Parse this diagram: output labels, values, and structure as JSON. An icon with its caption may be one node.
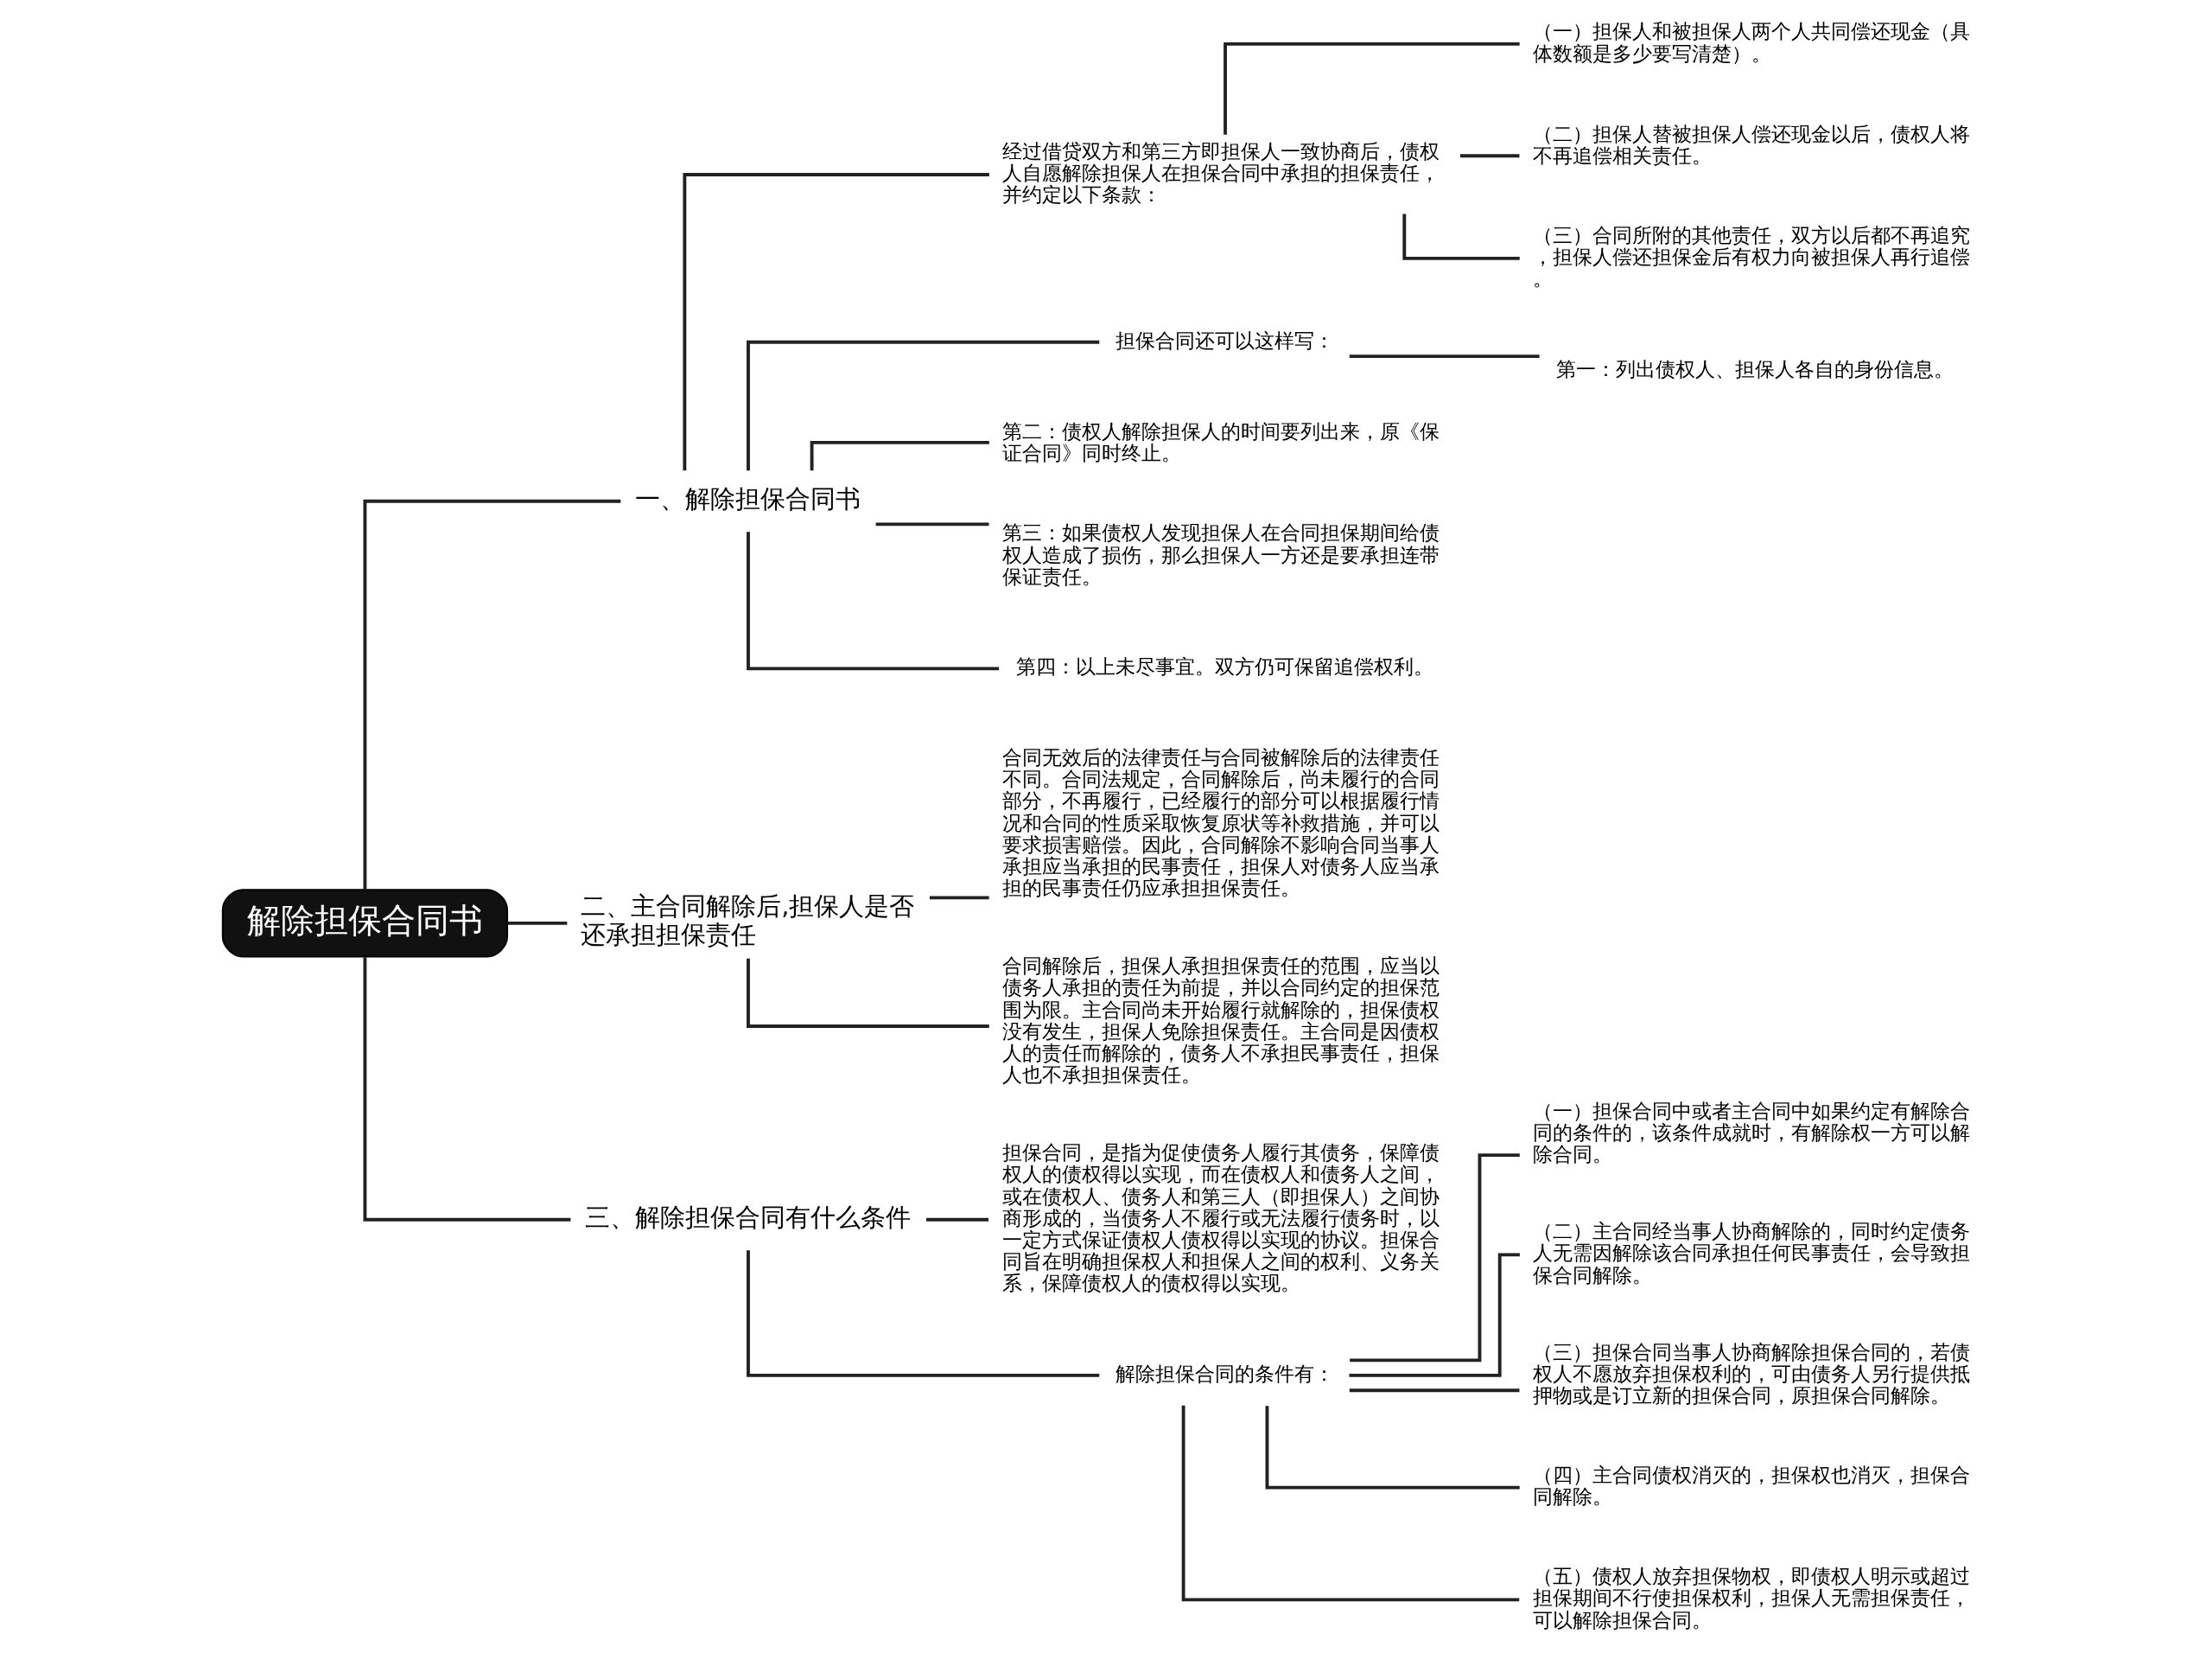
{
  "diagram": {
    "nodes": [
      {
        "text": [
          "解除担保合同书"
        ]
      },
      {
        "text": [
          "一、解除担保合同书"
        ]
      },
      {
        "text": [
          "经过借贷双方和第三方即担保人一致协商后，债权人自愿解除担保人在担保合同中承担的担保责任，并约定以下条款："
        ]
      },
      {
        "text": [
          "（一）担保人和被担保人两个人共同偿还现金（具体数额是多少要写清楚）。"
        ]
      },
      {
        "text": [
          "（二）担保人替被担保人偿还现金以后，债权人将不再追偿相关责任。"
        ]
      },
      {
        "text": [
          "（三）合同所附的其他责任，双方以后都不再追究，担保人偿还担保金后有权力向被担保人再行追偿。"
        ]
      },
      {
        "text": [
          "担保合同还可以这样写："
        ]
      },
      {
        "text": [
          "第一：列出债权人、担保人各自的身份信息。"
        ]
      },
      {
        "text": [
          "第二：债权人解除担保人的时间要列出来，原《保证合同》同时终止。"
        ]
      },
      {
        "text": [
          "第三：如果债权人发现担保人在合同担保期间给债权人造成了损伤，那么担保人一方还是要承担连带保证责任。"
        ]
      },
      {
        "text": [
          "第四：以上未尽事宜。双方仍可保留追偿权利。"
        ]
      },
      {
        "text": [
          "二、主合同解除后,担保人是否还承担担保责任"
        ]
      },
      {
        "text": [
          "合同无效后的法律责任与合同被解除后的法律责任不同。合同法规定，合同解除后，尚未履行的合同部分，不再履行，已经履行的部分可以根据履行情况和合同的性质采取恢复原状等补救措施，并可以要求损害赔偿。因此，合同解除不影响合同当事人承担应当承担的民事责任，担保人对债务人应当承担的民事责任仍应承担担保责任。"
        ]
      },
      {
        "text": [
          "合同解除后，担保人承担担保责任的范围，应当以债务人承担的责任为前提，并以合同约定的担保范围为限。主合同尚未开始履行就解除的，担保债权没有发生，担保人免除担保责任。主合同是因债权人的责任而解除的，债务人不承担民事责任，担保人也不承担担保责任。"
        ]
      },
      {
        "text": [
          "三、解除担保合同有什么条件"
        ]
      },
      {
        "text": [
          "担保合同，是指为促使债务人履行其债务，保障债权人的债权得以实现，而在债权人和债务人之间，或在债权人、债务人和第三人（即担保人）之间协商形成的，当债务人不履行或无法履行债务时，以一定方式保证债权人债权得以实现的协议。担保合同旨在明确担保权人和担保人之间的权利、义务关系，保障债权人的债权得以实现。"
        ]
      },
      {
        "text": [
          "解除担保合同的条件有："
        ]
      },
      {
        "text": [
          "（一）担保合同中或者主合同中如果约定有解除合同的条件的，该条件成就时，有解除权一方可以解除合同。"
        ]
      },
      {
        "text": [
          "（二）主合同经当事人协商解除的，同时约定债务人无需因解除该合同承担任何民事责任，会导致担保合同解除。"
        ]
      },
      {
        "text": [
          "（三）担保合同当事人协商解除担保合同的，若债权人不愿放弃担保权利的，可由债务人另行提供抵押物或是订立新的担保合同，原担保合同解除。"
        ]
      },
      {
        "text": [
          "（四）主合同债权消灭的，担保权也消灭，担保合同解除。"
        ]
      },
      {
        "text": [
          "（五）债权人放弃担保物权，即债权人明示或超过担保期间不行使担保权利，担保人无需担保责任，可以解除担保合同。"
        ]
      }
    ],
    "edges": [
      {
        "from": 0,
        "to": 1,
        "arrow": "none"
      },
      {
        "from": 1,
        "to": 2,
        "arrow": "none"
      },
      {
        "from": 2,
        "to": 3,
        "arrow": "none"
      },
      {
        "from": 2,
        "to": 4,
        "arrow": "none"
      },
      {
        "from": 2,
        "to": 5,
        "arrow": "none"
      },
      {
        "from": 1,
        "to": 6,
        "arrow": "none"
      },
      {
        "from": 6,
        "to": 7,
        "arrow": "none"
      },
      {
        "from": 1,
        "to": 8,
        "arrow": "none"
      },
      {
        "from": 1,
        "to": 9,
        "arrow": "none"
      },
      {
        "from": 1,
        "to": 10,
        "arrow": "none"
      },
      {
        "from": 0,
        "to": 11,
        "arrow": "none"
      },
      {
        "from": 11,
        "to": 12,
        "arrow": "none"
      },
      {
        "from": 11,
        "to": 13,
        "arrow": "none"
      },
      {
        "from": 0,
        "to": 14,
        "arrow": "none"
      },
      {
        "from": 14,
        "to": 15,
        "arrow": "none"
      },
      {
        "from": 14,
        "to": 16,
        "arrow": "none"
      },
      {
        "from": 16,
        "to": 17,
        "arrow": "none"
      },
      {
        "from": 16,
        "to": 18,
        "arrow": "none"
      },
      {
        "from": 16,
        "to": 19,
        "arrow": "none"
      },
      {
        "from": 16,
        "to": 20,
        "arrow": "none"
      },
      {
        "from": 16,
        "to": 21,
        "arrow": "none"
      }
    ]
  }
}
